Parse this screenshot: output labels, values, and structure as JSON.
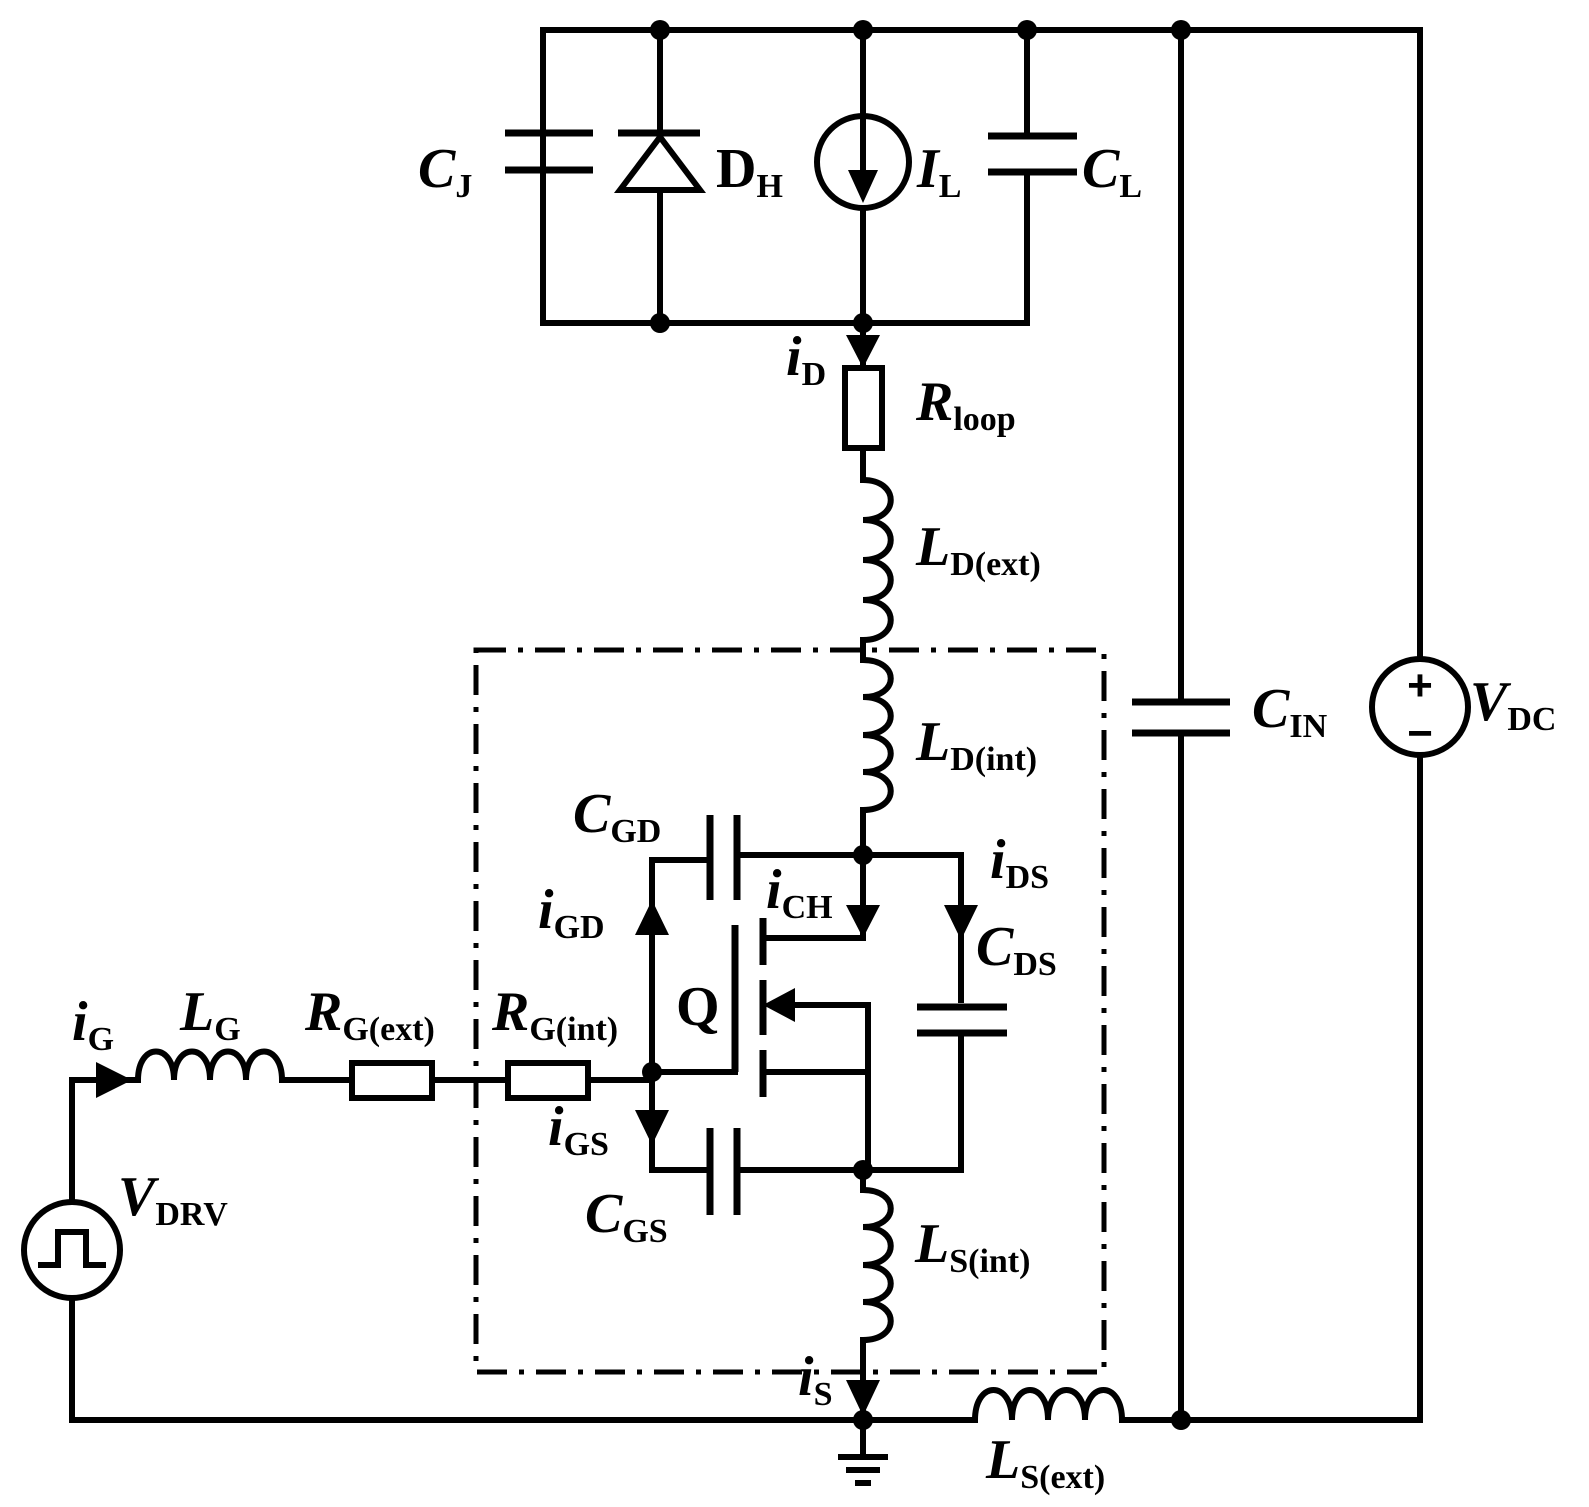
{
  "labels": {
    "cj": {
      "main": "C",
      "sub": "J"
    },
    "dh": {
      "main": "D",
      "sub": "H"
    },
    "il": {
      "main": "I",
      "sub": "L"
    },
    "cl": {
      "main": "C",
      "sub": "L"
    },
    "id": {
      "main": "i",
      "sub": "D"
    },
    "rloop": {
      "main": "R",
      "sub": "loop"
    },
    "ldext": {
      "main": "L",
      "sub": "D(ext)"
    },
    "ldint": {
      "main": "L",
      "sub": "D(int)"
    },
    "cin": {
      "main": "C",
      "sub": "IN"
    },
    "vdc": {
      "main": "V",
      "sub": "DC"
    },
    "cgd": {
      "main": "C",
      "sub": "GD"
    },
    "igd": {
      "main": "i",
      "sub": "GD"
    },
    "ich": {
      "main": "i",
      "sub": "CH"
    },
    "ids": {
      "main": "i",
      "sub": "DS"
    },
    "cds": {
      "main": "C",
      "sub": "DS"
    },
    "q": {
      "main": "Q"
    },
    "ig": {
      "main": "i",
      "sub": "G"
    },
    "lg": {
      "main": "L",
      "sub": "G"
    },
    "rgext": {
      "main": "R",
      "sub": "G(ext)"
    },
    "rgint": {
      "main": "R",
      "sub": "G(int)"
    },
    "igs": {
      "main": "i",
      "sub": "GS"
    },
    "cgs": {
      "main": "C",
      "sub": "GS"
    },
    "vdrv": {
      "main": "V",
      "sub": "DRV"
    },
    "lsint": {
      "main": "L",
      "sub": "S(int)"
    },
    "is": {
      "main": "i",
      "sub": "S"
    },
    "lsext": {
      "main": "L",
      "sub": "S(ext)"
    }
  },
  "source_signs": {
    "plus": "+",
    "minus": "−"
  }
}
